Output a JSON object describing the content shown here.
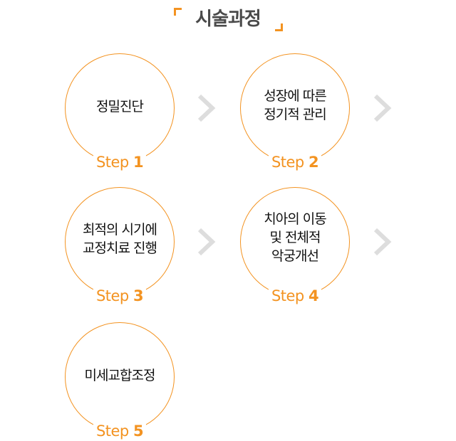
{
  "title": "시술과정",
  "steps": [
    {
      "lines": [
        "정밀진단"
      ],
      "label": "Step",
      "number": "1"
    },
    {
      "lines": [
        "성장에 따른",
        "정기적 관리"
      ],
      "label": "Step",
      "number": "2"
    },
    {
      "lines": [
        "최적의 시기에",
        "교정치료 진행"
      ],
      "label": "Step",
      "number": "3"
    },
    {
      "lines": [
        "치아의 이동",
        "및 전체적",
        "악궁개선"
      ],
      "label": "Step",
      "number": "4"
    },
    {
      "lines": [
        "미세교합조정"
      ],
      "label": "Step",
      "number": "5"
    }
  ],
  "colors": {
    "accent": "#f39321",
    "title": "#4a4a4a",
    "chevron": "#dddddd"
  }
}
